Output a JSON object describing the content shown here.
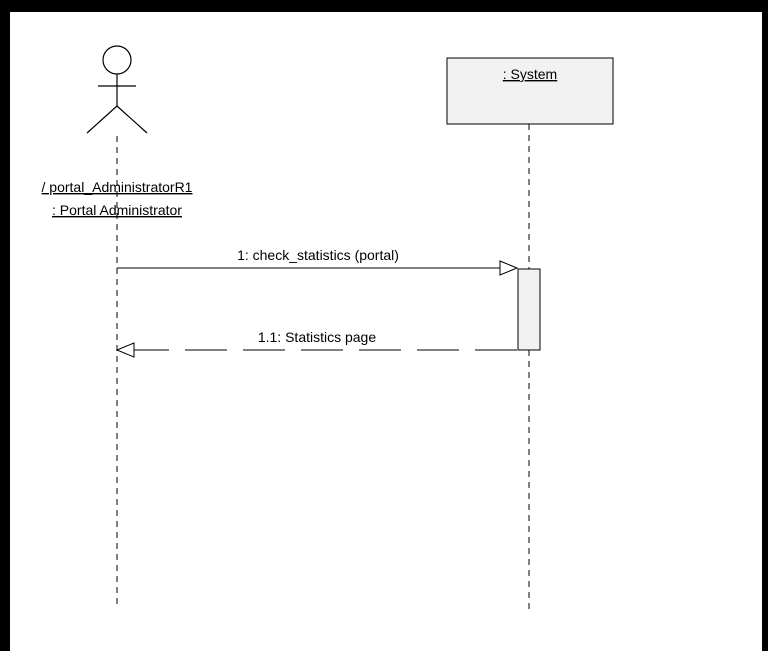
{
  "actor": {
    "role_line": "/ portal_AdministratorR1",
    "class_line": ": Portal Administrator"
  },
  "system": {
    "label": ": System"
  },
  "messages": [
    {
      "label": "1: check_statistics (portal)",
      "kind": "call"
    },
    {
      "label": "1.1: Statistics page",
      "kind": "return"
    }
  ],
  "colors": {
    "frame": "#000000",
    "canvas": "#ffffff",
    "box_fill": "#f2f2f2",
    "line": "#000000"
  }
}
